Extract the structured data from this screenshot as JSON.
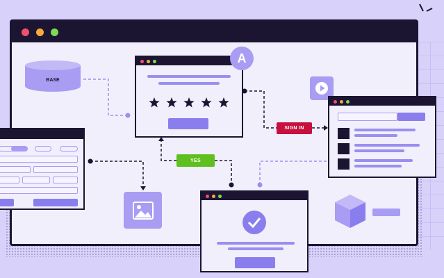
{
  "colors": {
    "background": "#d8d2fb",
    "window_frame": "#1b1532",
    "accent": "#8a7eee",
    "light_accent": "#a89cf3",
    "sign_in_tag": "#c8103e",
    "yes_tag": "#5fbf1f",
    "traffic_red": "#f0506e",
    "traffic_yellow": "#f7a93b",
    "traffic_green": "#7ed957"
  },
  "database": {
    "label": "BASE",
    "icon": "database-icon"
  },
  "avatar": {
    "letter": "A"
  },
  "rating": {
    "stars": 5,
    "icon": "star-icon"
  },
  "tags": {
    "sign_in": "SIGN IN",
    "yes": "YES"
  },
  "icons": {
    "image": "image-icon",
    "play": "play-icon",
    "check": "check-icon",
    "cube": "cube-icon"
  }
}
